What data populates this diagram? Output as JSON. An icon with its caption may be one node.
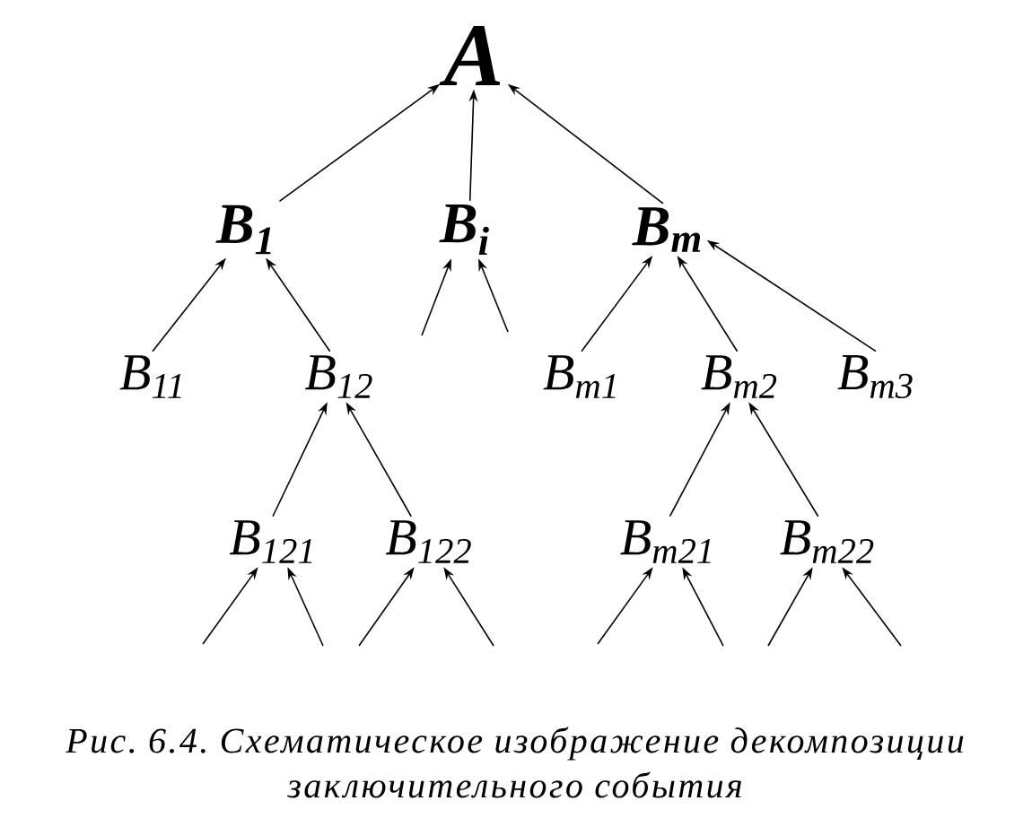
{
  "diagram": {
    "caption": "Рис. 6.4. Схематическое изображение декомпозиции заключительного события",
    "nodes": [
      {
        "text": [
          "A"
        ]
      },
      {
        "text": [
          "B$_{1}$"
        ]
      },
      {
        "text": [
          "B$_{i}$"
        ]
      },
      {
        "text": [
          "B$_{m}$"
        ]
      },
      {
        "text": [
          "B$_{11}$"
        ]
      },
      {
        "text": [
          "B$_{12}$"
        ]
      },
      {
        "text": [
          "B$_{m1}$"
        ]
      },
      {
        "text": [
          "B$_{m2}$"
        ]
      },
      {
        "text": [
          "B$_{m3}$"
        ]
      },
      {
        "text": [
          "B$_{121}$"
        ]
      },
      {
        "text": [
          "B$_{122}$"
        ]
      },
      {
        "text": [
          "B$_{m21}$"
        ]
      },
      {
        "text": [
          "B$_{m22}$"
        ]
      }
    ],
    "edges": [
      {
        "from": 1,
        "to": 0,
        "arrow": "to"
      },
      {
        "from": 2,
        "to": 0,
        "arrow": "to"
      },
      {
        "from": 3,
        "to": 0,
        "arrow": "to"
      },
      {
        "from": 4,
        "to": 1,
        "arrow": "to"
      },
      {
        "from": 5,
        "to": 1,
        "arrow": "to"
      },
      {
        "from": null,
        "to": 2,
        "arrow": "to"
      },
      {
        "from": null,
        "to": 2,
        "arrow": "to"
      },
      {
        "from": 6,
        "to": 3,
        "arrow": "to"
      },
      {
        "from": 7,
        "to": 3,
        "arrow": "to"
      },
      {
        "from": 8,
        "to": 3,
        "arrow": "to"
      },
      {
        "from": 9,
        "to": 5,
        "arrow": "to"
      },
      {
        "from": 10,
        "to": 5,
        "arrow": "to"
      },
      {
        "from": 11,
        "to": 7,
        "arrow": "to"
      },
      {
        "from": 12,
        "to": 7,
        "arrow": "to"
      },
      {
        "from": null,
        "to": 9,
        "arrow": "to"
      },
      {
        "from": null,
        "to": 9,
        "arrow": "to"
      },
      {
        "from": null,
        "to": 10,
        "arrow": "to"
      },
      {
        "from": null,
        "to": 10,
        "arrow": "to"
      },
      {
        "from": null,
        "to": 11,
        "arrow": "to"
      },
      {
        "from": null,
        "to": 11,
        "arrow": "to"
      },
      {
        "from": null,
        "to": 12,
        "arrow": "to"
      },
      {
        "from": null,
        "to": 12,
        "arrow": "to"
      }
    ]
  }
}
